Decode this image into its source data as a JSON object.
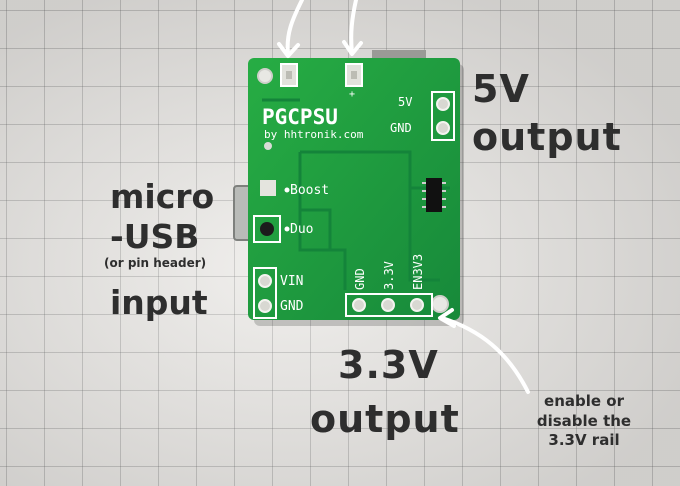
{
  "board": {
    "brand": "PGCPSU",
    "by_line": "by hhtronik.com",
    "plus_mark": "+",
    "silk_5v": "5V",
    "silk_gnd_top": "GND",
    "silk_boost": "Boost",
    "silk_duo": "Duo",
    "silk_vin": "VIN",
    "silk_gnd_left": "GND",
    "silk_gnd_bottom": "GND",
    "silk_3v3": "3.3V",
    "silk_en3v3": "EN3V3",
    "pcb_color": "#1f9d3b"
  },
  "annotations": {
    "out5v_line1": "5V",
    "out5v_line2": "output",
    "micro_line1": "micro",
    "micro_line2": "-USB",
    "micro_line3": "(or pin header)",
    "micro_line4": "input",
    "out33_line1": "3.3V",
    "out33_line2": "output",
    "enable_line1": "enable or",
    "enable_line2": "disable the",
    "enable_line3": "3.3V rail"
  }
}
